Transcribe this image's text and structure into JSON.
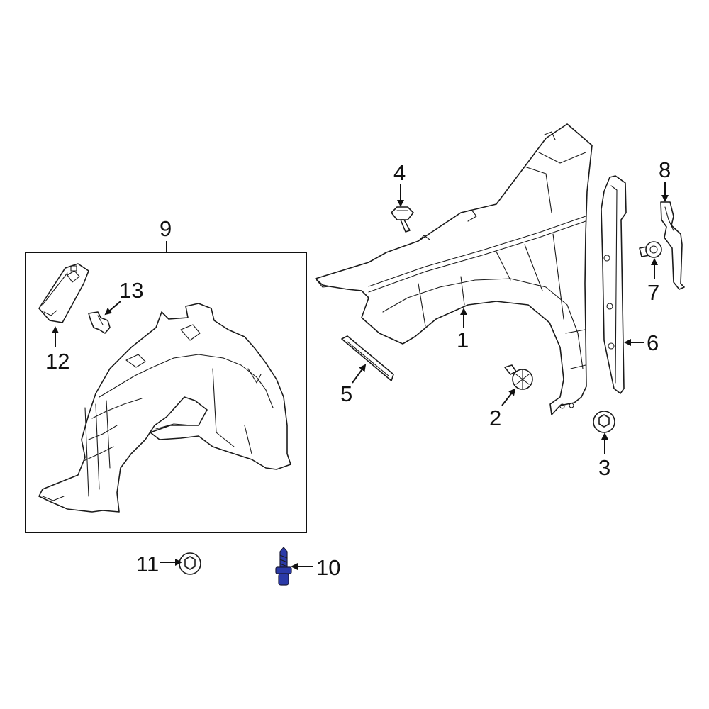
{
  "diagram": {
    "callouts": [
      {
        "id": "1",
        "label": "1"
      },
      {
        "id": "2",
        "label": "2"
      },
      {
        "id": "3",
        "label": "3"
      },
      {
        "id": "4",
        "label": "4"
      },
      {
        "id": "5",
        "label": "5"
      },
      {
        "id": "6",
        "label": "6"
      },
      {
        "id": "7",
        "label": "7"
      },
      {
        "id": "8",
        "label": "8"
      },
      {
        "id": "9",
        "label": "9"
      },
      {
        "id": "10",
        "label": "10"
      },
      {
        "id": "11",
        "label": "11"
      },
      {
        "id": "12",
        "label": "12"
      },
      {
        "id": "13",
        "label": "13"
      }
    ],
    "highlighted_part": "10",
    "colors": {
      "line": "#1a1a1a",
      "highlight": "#2b3aa8",
      "background": "#ffffff"
    }
  }
}
